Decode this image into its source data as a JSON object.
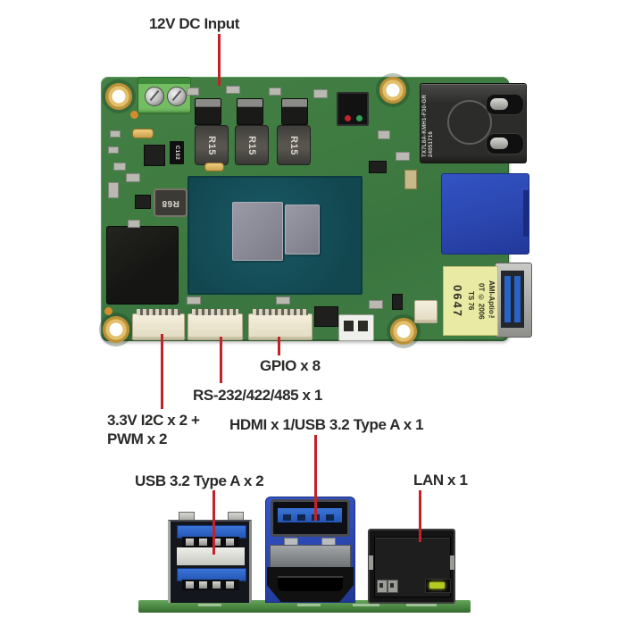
{
  "figure": {
    "type": "hardware-callout-diagram",
    "views": [
      "board top view",
      "rear I/O front view"
    ]
  },
  "colors": {
    "callout_red": "#c3222a",
    "label_text": "#2b2a29",
    "pcb_green": "#3f7c41",
    "terminal_green": "#74bd62",
    "connector_blue": "#2a45ad",
    "usb_tongue_blue": "#2a63c8",
    "soc_teal": "#124750",
    "die_gray": "#8d8d99",
    "wafer_cream": "#efe8d2",
    "usb_sticker_yellow": "#e9eba4",
    "lan_led_green": "#b6c91f"
  },
  "callouts": {
    "dc_input": "12V DC Input",
    "gpio": "GPIO x 8",
    "rs232": "RS-232/422/485 x 1",
    "i2c_line1": "3.3V I2C x 2 +",
    "i2c_line2": "PWM x 2",
    "hdmi_usb": "HDMI x 1/USB 3.2 Type A  x 1",
    "usb": "USB 3.2 Type A x 2",
    "lan": "LAN x 1"
  },
  "board_markings": {
    "inductor_1": "R15",
    "inductor_2": "R15",
    "inductor_3": "R15",
    "inductor_small": "R68",
    "diode": "C102",
    "lan_jack_marking_1": "TX7L8A-KMH1-F30-GR",
    "lan_jack_marking_2": "24051716",
    "usb_sticker_1": "AMI-Aptio™",
    "usb_sticker_2": "0T © 2006",
    "usb_sticker_3": "TS 76",
    "usb_sticker_4": "0647"
  }
}
